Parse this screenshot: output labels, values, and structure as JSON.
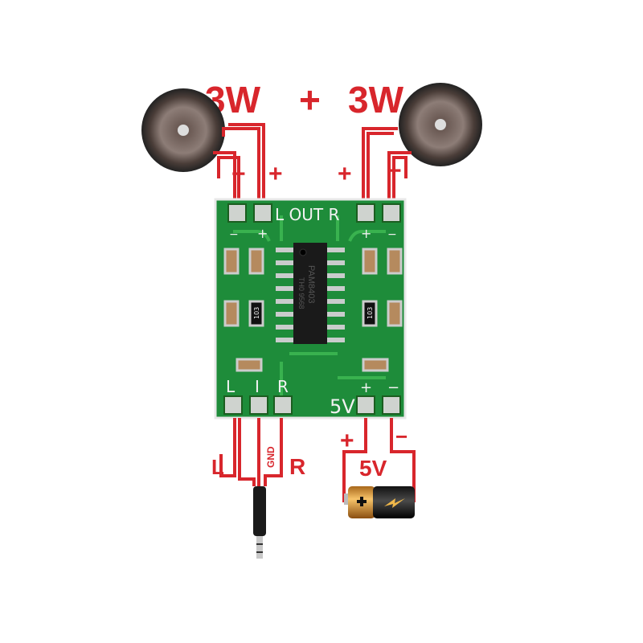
{
  "title": {
    "left_power": "3W",
    "plus": "+",
    "right_power": "3W"
  },
  "speakers": {
    "left": {
      "minus": "−",
      "plus": "+"
    },
    "right": {
      "plus": "+",
      "minus": "−"
    }
  },
  "board": {
    "out_label": "L OUT R",
    "top_pad_signs": [
      "−",
      "+",
      "+",
      "−"
    ],
    "chip_marking": [
      "PAM8403",
      "TH0 9568"
    ],
    "resistor_code": "103",
    "bottom_labels": {
      "l": "L",
      "gnd_mark": "I",
      "r": "R",
      "v": "5V",
      "plus": "+",
      "minus": "−"
    },
    "color": "#1e8c3a"
  },
  "input": {
    "l": "L",
    "gnd": "GND",
    "r": "R"
  },
  "power": {
    "plus": "+",
    "minus": "−",
    "voltage": "5V"
  },
  "colors": {
    "wire": "#d8262c",
    "board": "#1e8c3a"
  }
}
